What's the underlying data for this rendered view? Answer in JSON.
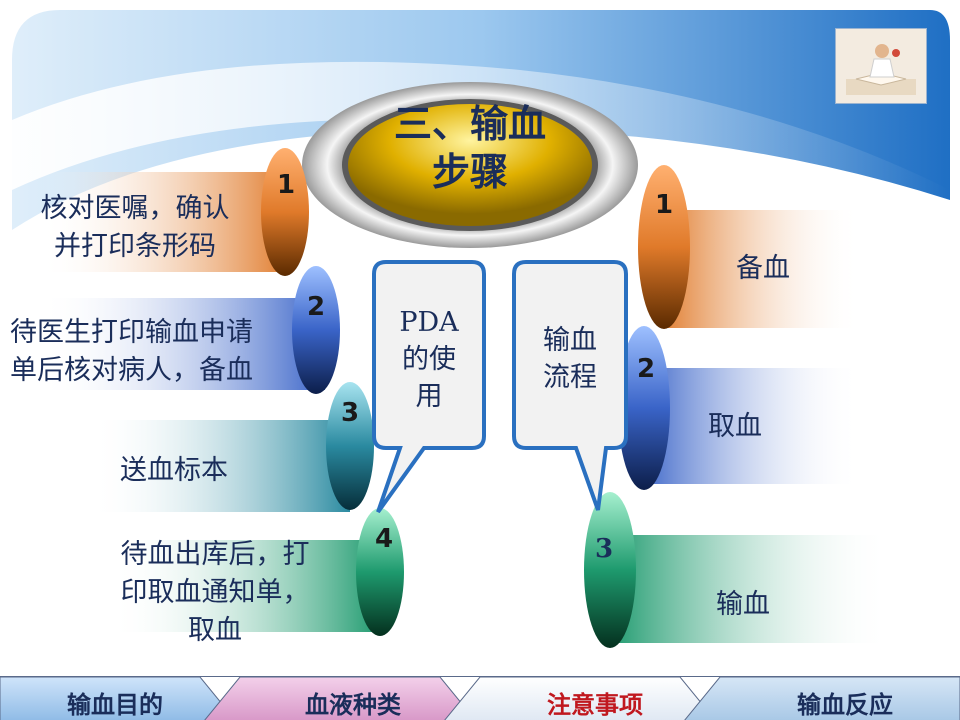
{
  "title": {
    "line1": "三、输血",
    "line2": "步骤"
  },
  "left_steps": [
    {
      "num": "1",
      "label": "核对医嘱，确认\n并打印条形码"
    },
    {
      "num": "2",
      "label": "待医生打印输血申请\n单后核对病人，备血"
    },
    {
      "num": "3",
      "label": "送血标本"
    },
    {
      "num": "4",
      "label": "待血出库后，打\n印取血通知单，\n取血"
    }
  ],
  "right_steps": [
    {
      "num": "1",
      "label": "备血"
    },
    {
      "num": "2",
      "label": "取血"
    },
    {
      "num": "3",
      "label": "输血"
    }
  ],
  "callouts": {
    "left": "PDA\n的使\n用",
    "right": "输血\n流程"
  },
  "nav": {
    "tabs": [
      {
        "label": "输血目的",
        "color": "#1a2d5a"
      },
      {
        "label": "血液种类",
        "color": "#1a2d5a"
      },
      {
        "label": "注意事项",
        "color": "#c0181f"
      },
      {
        "label": "输血反应",
        "color": "#1a2d5a"
      }
    ]
  },
  "colors": {
    "orange": "#e07a2a",
    "blue": "#3a64c8",
    "teal": "#2a8aa0",
    "green": "#1e9a6e",
    "title_gold": "#e0b000"
  }
}
